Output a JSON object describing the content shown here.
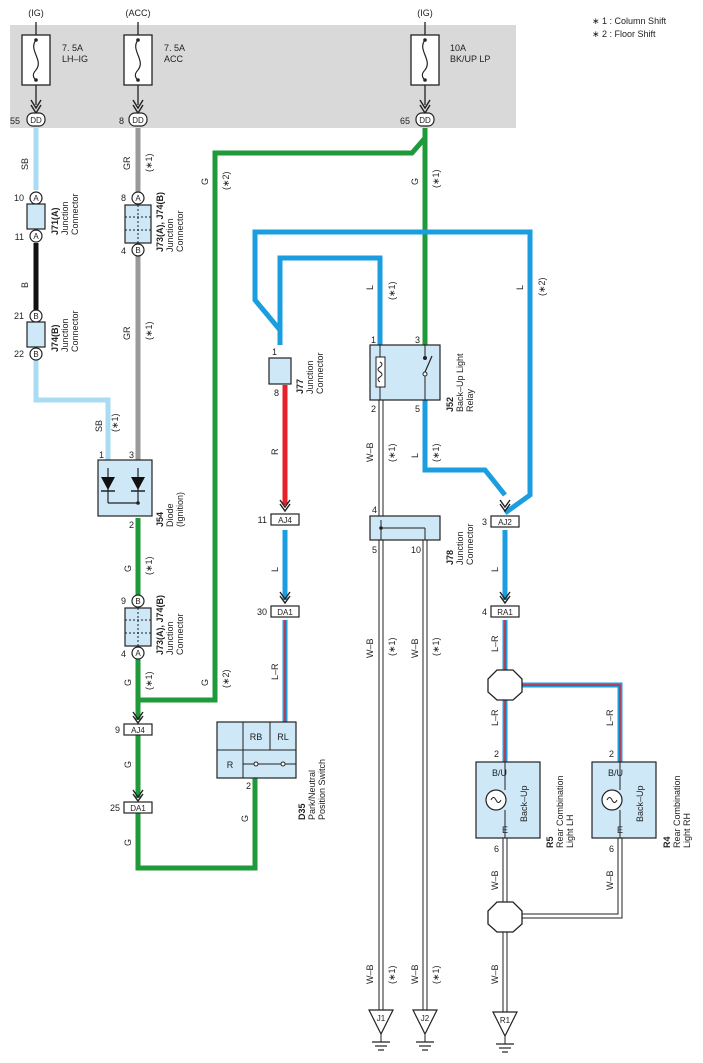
{
  "legend": {
    "note1": "∗ 1 : Column Shift",
    "note2": "∗ 2 : Floor Shift"
  },
  "fuses": {
    "ig1": {
      "source": "(IG)",
      "rating": "7. 5A",
      "name": "LH–IG",
      "pin": "55",
      "conn": "DD"
    },
    "acc": {
      "source": "(ACC)",
      "rating": "7. 5A",
      "name": "ACC",
      "pin": "8",
      "conn": "DD"
    },
    "ig2": {
      "source": "(IG)",
      "rating": "10A",
      "name": "BK/UP LP",
      "pin": "65",
      "conn": "DD"
    }
  },
  "wires": {
    "sb": "SB",
    "b": "B",
    "gr": "GR",
    "g": "G",
    "r": "R",
    "l": "L",
    "lr": "L–R",
    "wb": "W–B",
    "n1": "(∗1)",
    "n2": "(∗2)"
  },
  "connectors": {
    "j71": {
      "name": "J71(A)",
      "desc1": "Junction",
      "desc2": "Connector",
      "pin_top": "10",
      "pin_bot": "11",
      "letter": "A"
    },
    "j74": {
      "name": "J74(B)",
      "desc1": "Junction",
      "desc2": "Connector",
      "pin_top": "21",
      "pin_bot": "22",
      "letter": "B"
    },
    "j73a": {
      "name": "J73(A), J74(B)",
      "desc1": "Junction",
      "desc2": "Connector",
      "pin_top": "8",
      "pin_bot": "4",
      "letter_top": "A",
      "letter_bot": "B"
    },
    "j73b": {
      "name": "J73(A), J74(B)",
      "desc1": "Junction",
      "desc2": "Connector",
      "pin_top": "9",
      "pin_bot": "4",
      "letter_top": "B",
      "letter_bot": "A"
    },
    "j54": {
      "name": "J54",
      "desc1": "Diode",
      "desc2": "(Ignition)",
      "pin1": "1",
      "pin3": "3",
      "pin2": "2"
    },
    "j77": {
      "name": "J77",
      "desc1": "Junction",
      "desc2": "Connector",
      "pin1": "1",
      "pin8": "8"
    },
    "j52": {
      "name": "J52",
      "desc1": "Back–Up Light",
      "desc2": "Relay",
      "pin1": "1",
      "pin3": "3",
      "pin2": "2",
      "pin5": "5"
    },
    "j78": {
      "name": "J78",
      "desc1": "Junction",
      "desc2": "Connector",
      "pin4": "4",
      "pin5": "5",
      "pin10": "10"
    },
    "aj4a": {
      "pin": "11",
      "name": "AJ4"
    },
    "da1a": {
      "pin": "30",
      "name": "DA1"
    },
    "aj2": {
      "pin": "3",
      "name": "AJ2"
    },
    "ra1": {
      "pin": "4",
      "name": "RA1"
    },
    "aj4b": {
      "pin": "9",
      "name": "AJ4"
    },
    "da1b": {
      "pin": "25",
      "name": "DA1"
    }
  },
  "switch_d35": {
    "name": "D35",
    "desc1": "Park/Neutral",
    "desc2": "Position Switch",
    "rb": "RB",
    "rl": "RL",
    "r": "R",
    "pin2": "2"
  },
  "lamp_r5": {
    "name": "R5",
    "desc1": "Rear Combination",
    "desc2": "Light LH",
    "bu": "B/U",
    "label": "Back–Up",
    "e": "E",
    "pin2": "2",
    "pin6": "6"
  },
  "lamp_r4": {
    "name": "R4",
    "desc1": "Rear Combination",
    "desc2": "Light RH",
    "bu": "B/U",
    "label": "Back–Up",
    "e": "E",
    "pin2": "2",
    "pin6": "6"
  },
  "grounds": {
    "j1": "J1",
    "j2": "J2",
    "r1": "R1"
  },
  "colors": {
    "panel": "#d9d9d9",
    "sb": "#a9dcf2",
    "black": "#111111",
    "gray": "#999999",
    "green": "#1e9a3a",
    "red": "#e8202a",
    "blue": "#1a9ee0",
    "box": "#cfe8f7"
  }
}
